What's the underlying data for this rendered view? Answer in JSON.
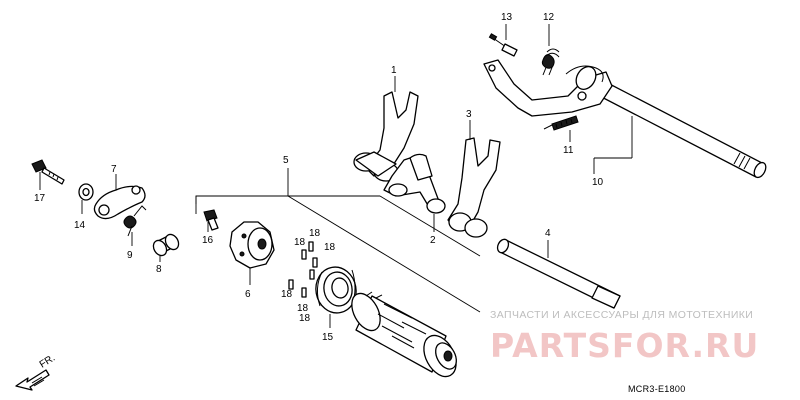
{
  "parts": [
    {
      "id": "1",
      "label": "1"
    },
    {
      "id": "2",
      "label": "2"
    },
    {
      "id": "3",
      "label": "3"
    },
    {
      "id": "4",
      "label": "4"
    },
    {
      "id": "5",
      "label": "5"
    },
    {
      "id": "6",
      "label": "6"
    },
    {
      "id": "7",
      "label": "7"
    },
    {
      "id": "8",
      "label": "8"
    },
    {
      "id": "9",
      "label": "9"
    },
    {
      "id": "10",
      "label": "10"
    },
    {
      "id": "11",
      "label": "11"
    },
    {
      "id": "12",
      "label": "12"
    },
    {
      "id": "13",
      "label": "13"
    },
    {
      "id": "14",
      "label": "14"
    },
    {
      "id": "15",
      "label": "15"
    },
    {
      "id": "16",
      "label": "16"
    },
    {
      "id": "17",
      "label": "17"
    },
    {
      "id": "18",
      "label": "18"
    }
  ],
  "direction_marker": "FR.",
  "diagram_code": "MCR3-E1800",
  "watermark": {
    "tagline": "ЗАПЧАСТИ И АКСЕССУАРЫ ДЛЯ МОТОТЕХНИКИ",
    "brand": "PARTSFOR.RU",
    "color": "#f2c6c6"
  }
}
